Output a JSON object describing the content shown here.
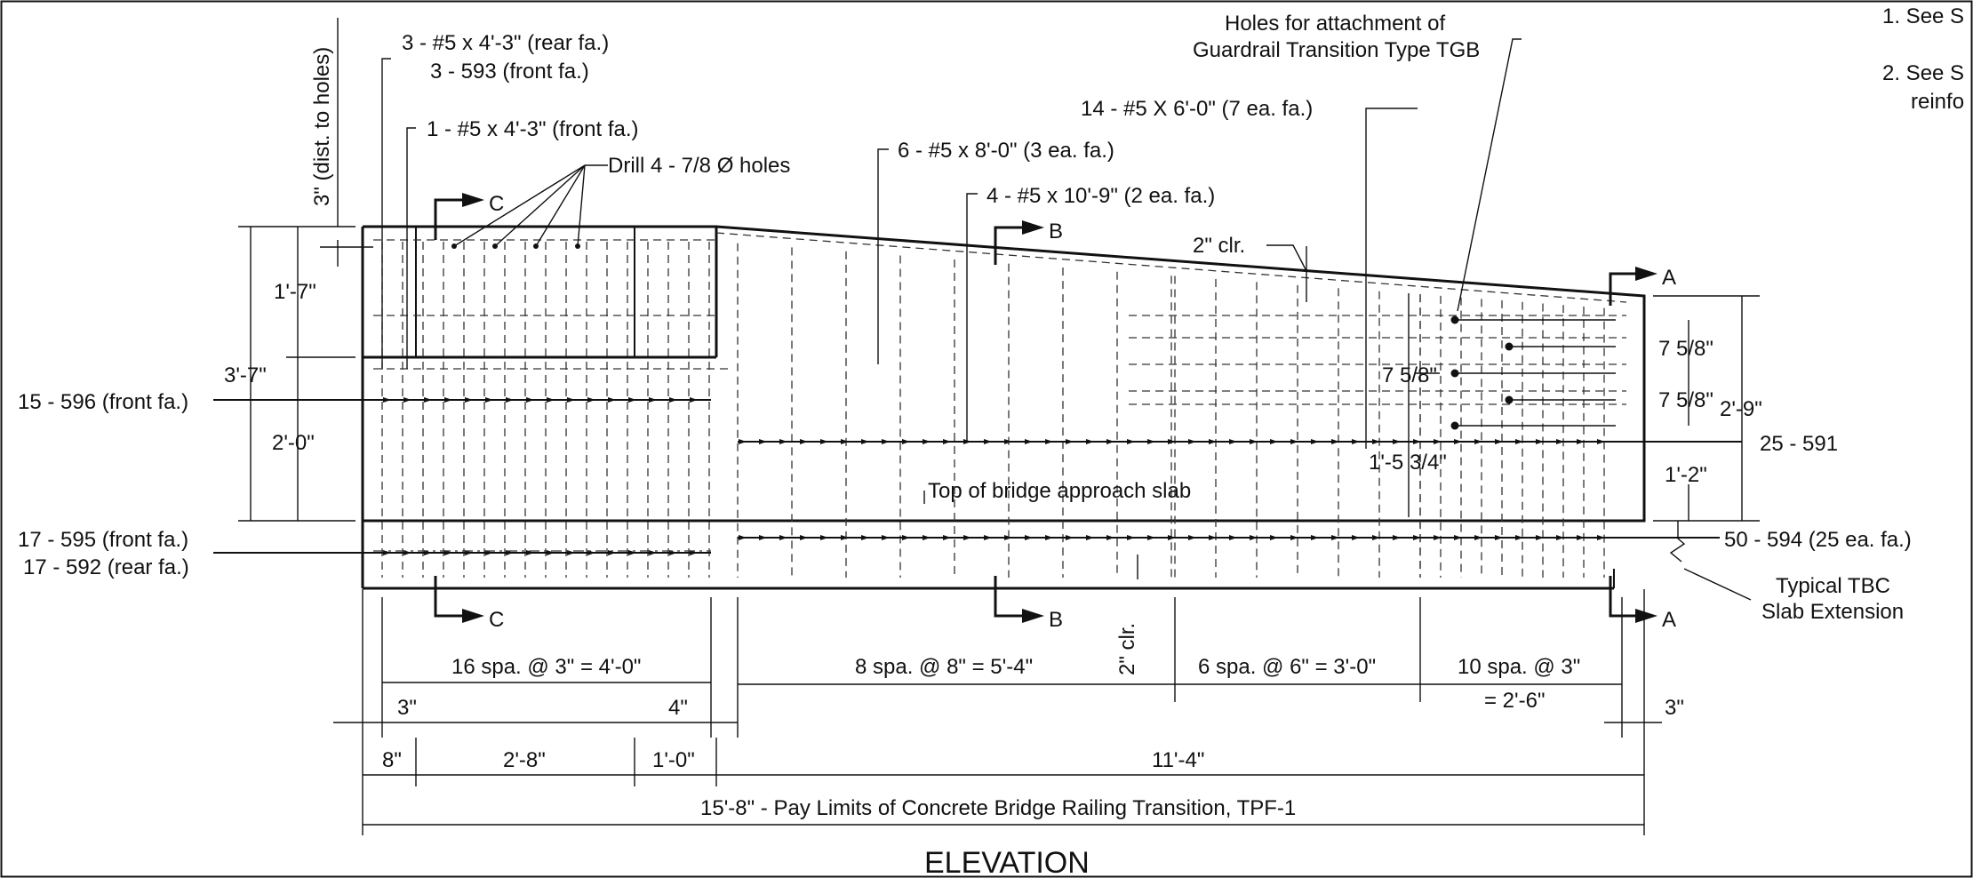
{
  "title": "ELEVATION",
  "notes": [
    "1. See S",
    "2. See S",
    "reinfo"
  ],
  "labels": {
    "rear_fa_5_4_3": "3 - #5 x 4'-3\" (rear fa.)",
    "front_593": "3 - 593 (front fa.)",
    "front_5_4_3": "1 - #5 x 4'-3\" (front fa.)",
    "dist_to_holes": "3\" (dist. to holes)",
    "drill_holes": "Drill 4 - 7/8 Ø holes",
    "bars_8_0": "6 - #5 x 8'-0\" (3 ea. fa.)",
    "bars_10_9": "4 - #5 x 10'-9\" (2 ea. fa.)",
    "bars_6_0": "14 - #5 X 6'-0\" (7 ea. fa.)",
    "guardrail_line1": "Holes for attachment of",
    "guardrail_line2": "Guardrail Transition Type TGB",
    "clr_2": "2\" clr.",
    "clr_2_vert": "2\" clr.",
    "approach_slab": "Top of bridge approach slab",
    "front_596": "15 - 596 (front fa.)",
    "front_595": "17 - 595 (front fa.)",
    "rear_592": "17 - 592 (rear fa.)",
    "b591": "25 - 591",
    "b594": "50 - 594 (25 ea. fa.)",
    "tbc_line1": "Typical TBC",
    "tbc_line2": "Slab Extension",
    "sec_c": "C",
    "sec_b": "B",
    "sec_a": "A",
    "d_1_7": "1'-7\"",
    "d_3_7": "3'-7\"",
    "d_2_0": "2'-0\"",
    "d_7_5_8_a": "7 5/8\"",
    "d_7_5_8_b": "7 5/8\"",
    "d_7_5_8_c": "7 5/8\"",
    "d_2_9": "2'-9\"",
    "d_1_2": "1'-2\"",
    "d_1_5_3_4": "1'-5 3/4\"",
    "spa_16": "16 spa. @ 3\" = 4'-0\"",
    "spa_8": "8 spa. @ 8\" = 5'-4\"",
    "spa_6": "6 spa. @ 6\" = 3'-0\"",
    "spa_10_a": "10 spa. @ 3\"",
    "spa_10_b": "= 2'-6\"",
    "d_3_left": "3\"",
    "d_4": "4\"",
    "d_3_right": "3\"",
    "d_8": "8\"",
    "d_2_8": "2'-8\"",
    "d_1_0": "1'-0\"",
    "d_11_4": "11'-4\"",
    "pay_limits": "15'-8\" - Pay Limits of Concrete Bridge Railing Transition, TPF-1"
  }
}
